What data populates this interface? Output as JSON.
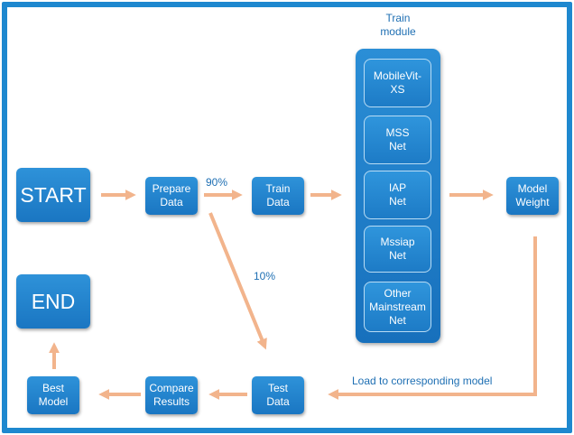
{
  "nodes": {
    "start": "START",
    "end": "END",
    "prepare_data": "Prepare\nData",
    "train_data": "Train\nData",
    "model_weight": "Model\nWeight",
    "test_data": "Test\nData",
    "compare_results": "Compare\nResults",
    "best_model": "Best\nModel"
  },
  "train_module": {
    "title": "Train\nmodule",
    "items": [
      "MobileVit-\nXS",
      "MSS\nNet",
      "IAP\nNet",
      "Mssiap\nNet",
      "Other\nMainstream\nNet"
    ]
  },
  "edge_labels": {
    "train_split": "90%",
    "test_split": "10%",
    "load_model": "Load to corresponding model"
  },
  "colors": {
    "frame": "#1e88cf",
    "node": "#1a76c2",
    "arrow": "#f2b48c"
  }
}
